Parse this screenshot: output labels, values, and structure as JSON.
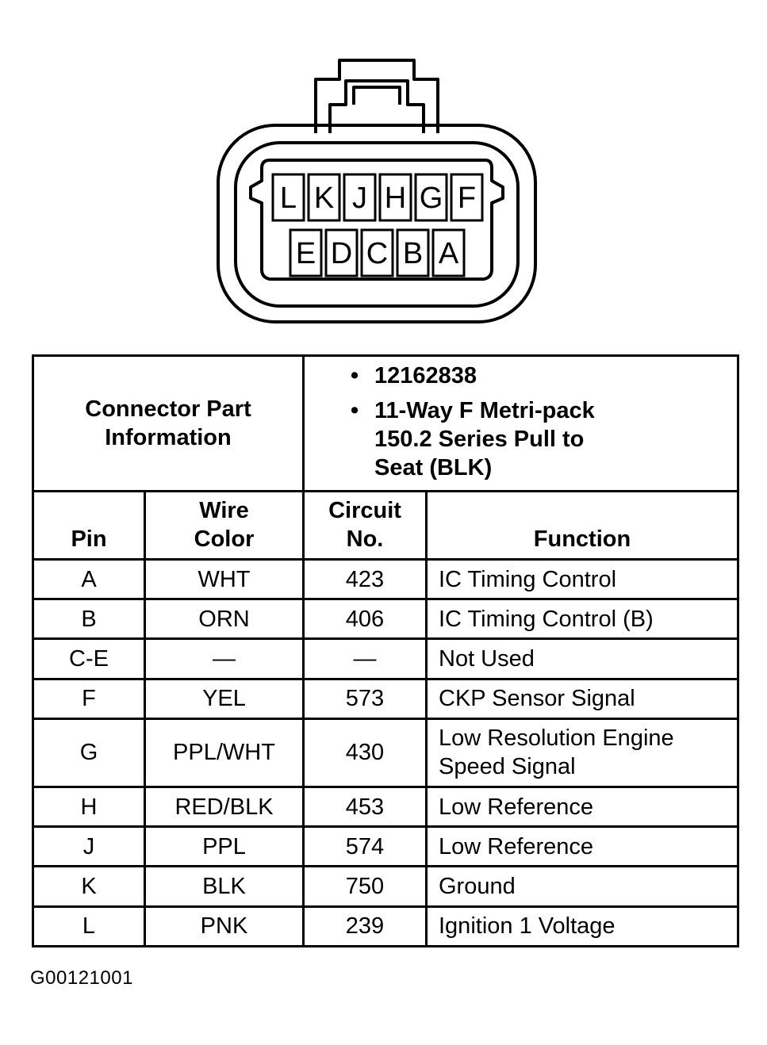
{
  "connector": {
    "top_row_pins": [
      "L",
      "K",
      "J",
      "H",
      "G",
      "F"
    ],
    "bottom_row_pins": [
      "E",
      "D",
      "C",
      "B",
      "A"
    ]
  },
  "part_info": {
    "label": "Connector Part Information",
    "items": [
      "12162838",
      "11-Way F Metri-pack 150.2 Series Pull to Seat (BLK)"
    ]
  },
  "table": {
    "headers": {
      "pin": "Pin",
      "wire_color": "Wire Color",
      "circuit": "Circuit No.",
      "function": "Function"
    },
    "rows": [
      {
        "pin": "A",
        "wire": "WHT",
        "circuit": "423",
        "function": "IC Timing Control"
      },
      {
        "pin": "B",
        "wire": "ORN",
        "circuit": "406",
        "function": "IC Timing Control (B)"
      },
      {
        "pin": "C-E",
        "wire": "—",
        "circuit": "—",
        "function": "Not Used"
      },
      {
        "pin": "F",
        "wire": "YEL",
        "circuit": "573",
        "function": "CKP Sensor Signal"
      },
      {
        "pin": "G",
        "wire": "PPL/WHT",
        "circuit": "430",
        "function": "Low Resolution Engine Speed Signal"
      },
      {
        "pin": "H",
        "wire": "RED/BLK",
        "circuit": "453",
        "function": "Low Reference"
      },
      {
        "pin": "J",
        "wire": "PPL",
        "circuit": "574",
        "function": "Low Reference"
      },
      {
        "pin": "K",
        "wire": "BLK",
        "circuit": "750",
        "function": "Ground"
      },
      {
        "pin": "L",
        "wire": "PNK",
        "circuit": "239",
        "function": "Ignition 1 Voltage"
      }
    ]
  },
  "figure_code": "G00121001"
}
